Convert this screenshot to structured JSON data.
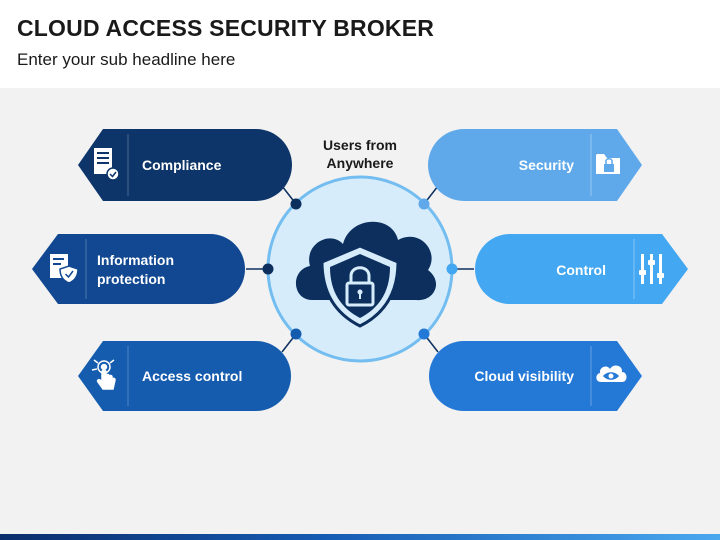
{
  "header": {
    "title": "CLOUD ACCESS SECURITY BROKER",
    "subtitle": "Enter your sub headline here"
  },
  "center": {
    "label_line1": "Users from",
    "label_line2": "Anywhere",
    "icon": "cloud-lock-shield-icon"
  },
  "items": {
    "compliance": {
      "label": "Compliance",
      "icon": "document-check-icon",
      "color": "#0d3569"
    },
    "information_protection": {
      "label_line1": "Information",
      "label_line2": "protection",
      "icon": "document-shield-icon",
      "color": "#114891"
    },
    "access_control": {
      "label": "Access control",
      "icon": "touch-access-icon",
      "color": "#155cae"
    },
    "security": {
      "label": "Security",
      "icon": "folder-lock-icon",
      "color": "#5fa9ea"
    },
    "control": {
      "label": "Control",
      "icon": "sliders-icon",
      "color": "#43a8f1"
    },
    "cloud_visibility": {
      "label": "Cloud visibility",
      "icon": "cloud-eye-icon",
      "color": "#2478d6"
    }
  },
  "colors": {
    "center_fill": "#d6ecfb",
    "center_ring": "#73bdf0",
    "connector": "#0c2f5e",
    "icon_dark": "#0c2f5e"
  }
}
